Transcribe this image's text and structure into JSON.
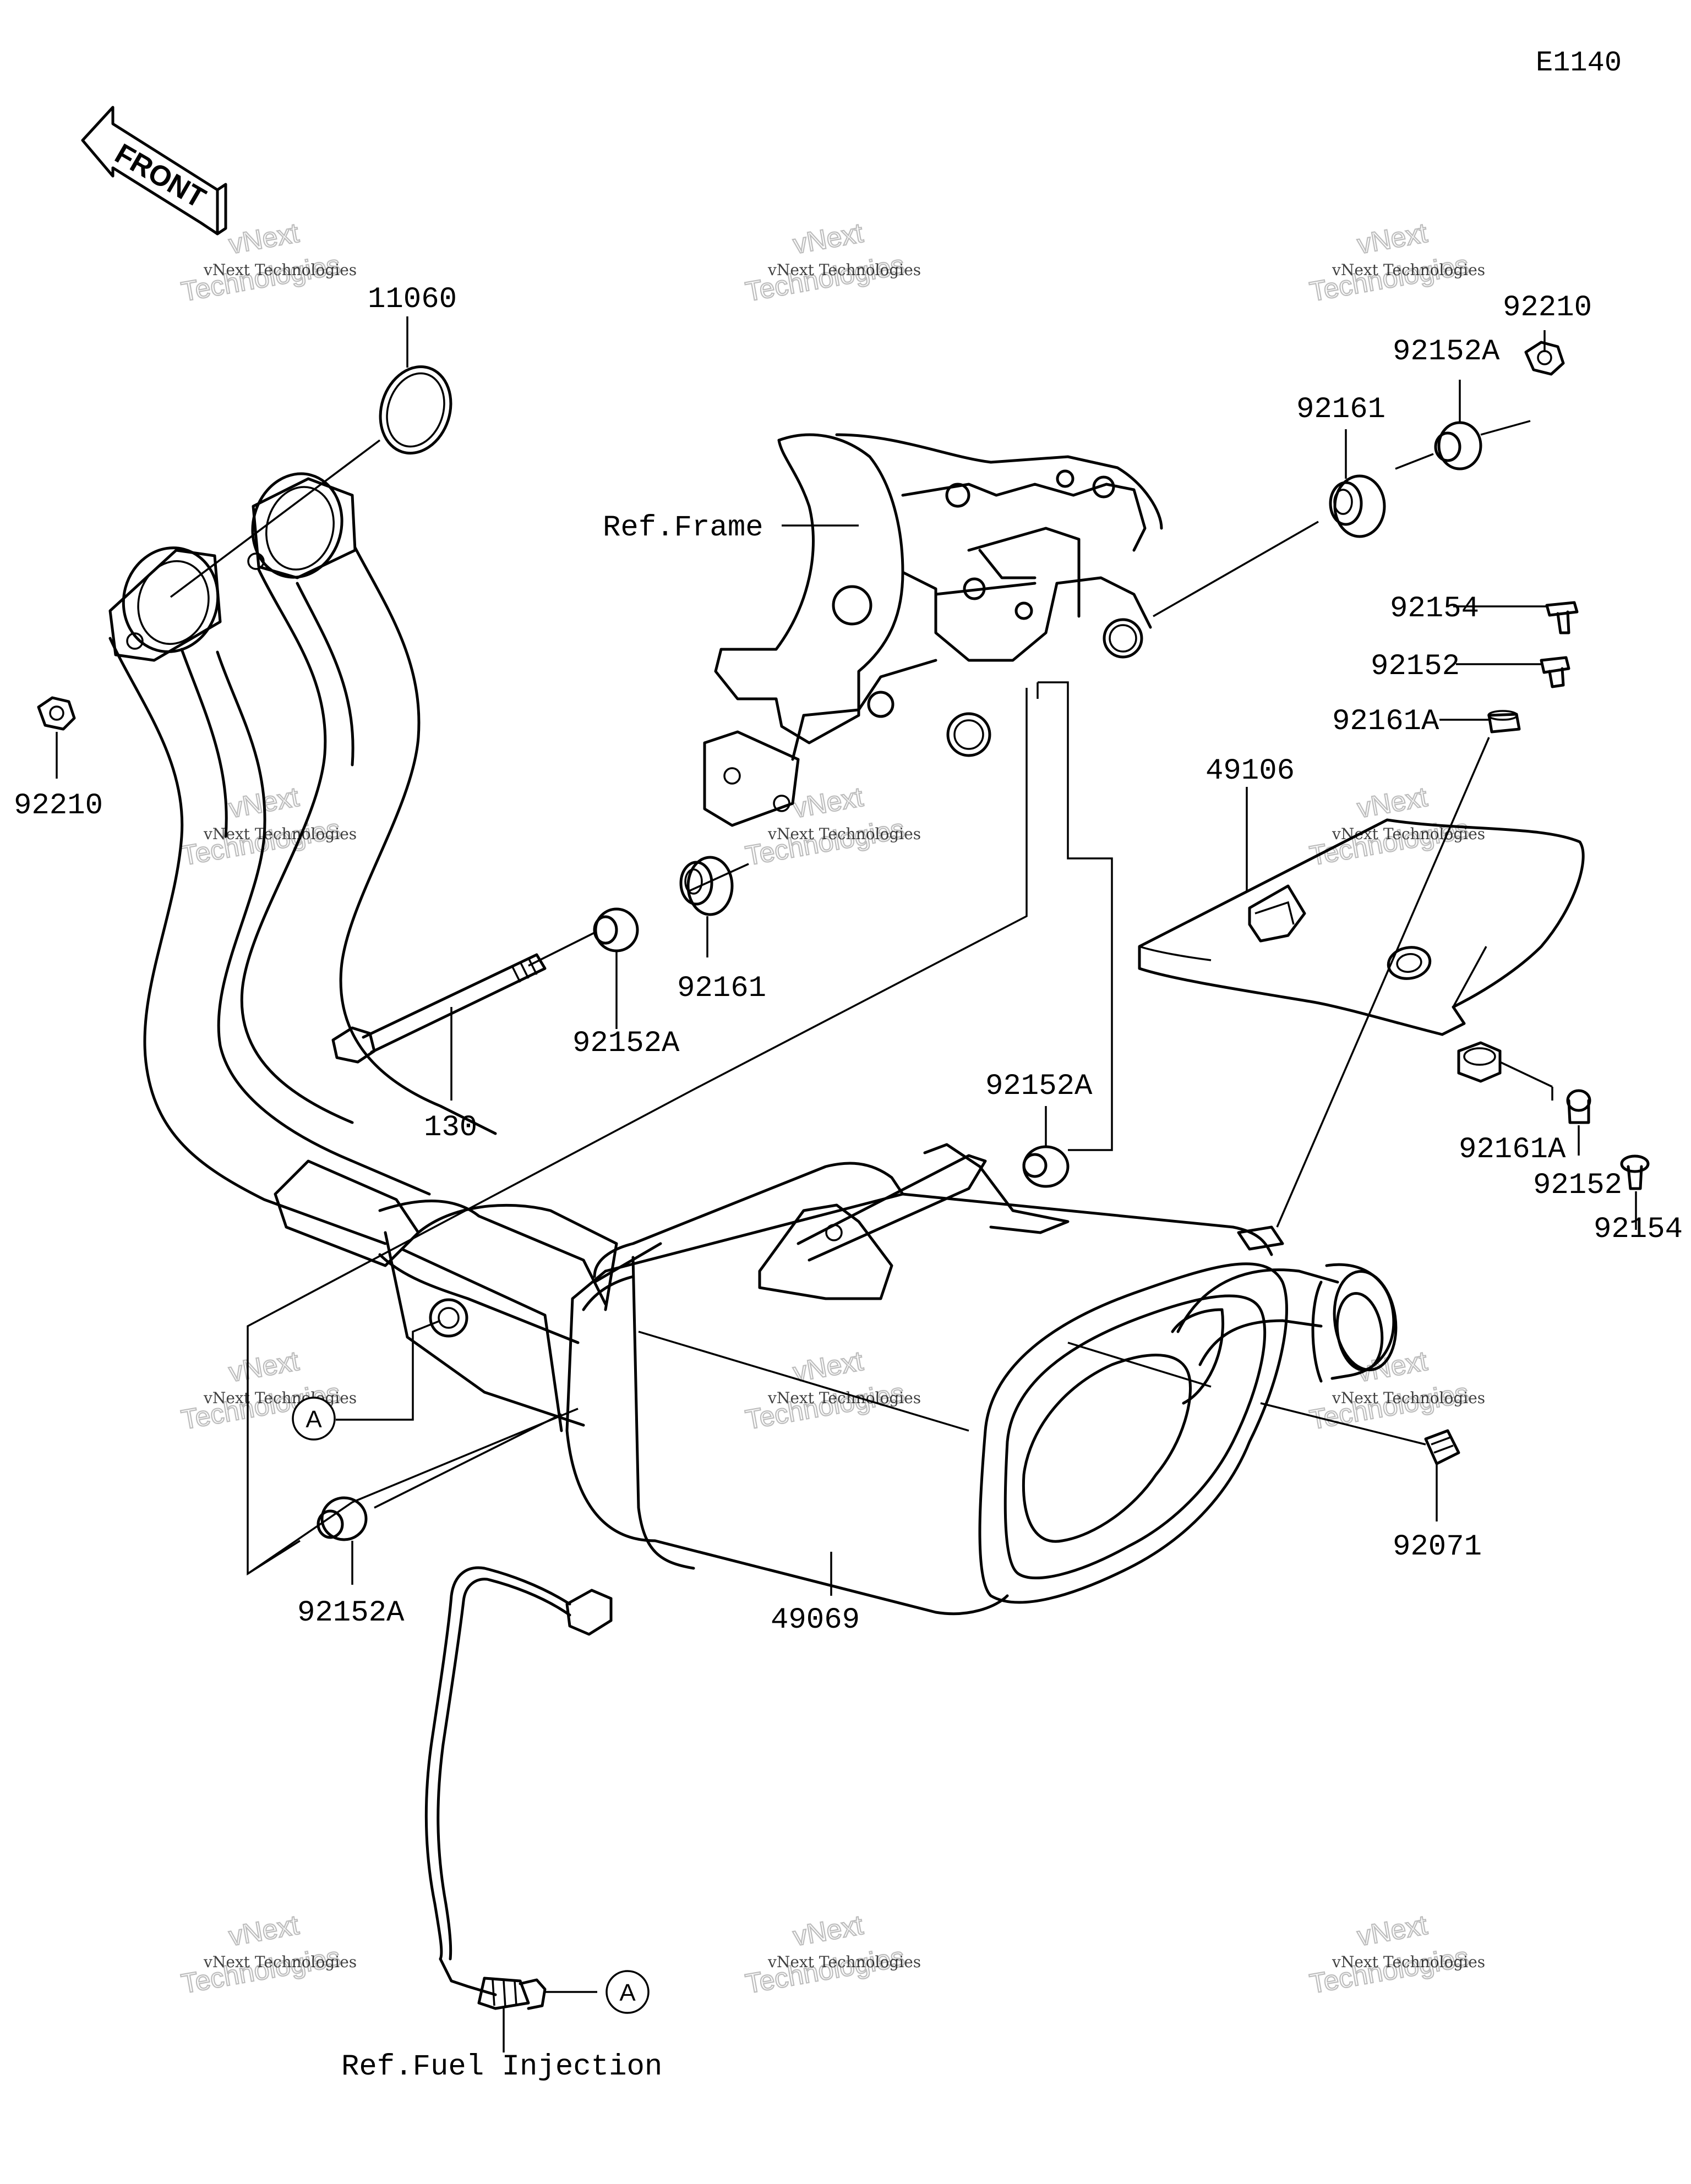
{
  "diagram_code": "E1140",
  "front_label": "FRONT",
  "watermark": {
    "line1": "vNext Technologies",
    "line2": "Technologies",
    "line3": "vNext"
  },
  "callouts": {
    "p11060": "11060",
    "p92210_left": "92210",
    "p92210_right": "92210",
    "p92152A_top": "92152A",
    "p92161_top": "92161",
    "ref_frame": "Ref.Frame",
    "p92154_top": "92154",
    "p92152_top": "92152",
    "p92161A_top": "92161A",
    "p49106": "49106",
    "p92161_mid": "92161",
    "p92152A_mid": "92152A",
    "p130": "130",
    "p92152A_center": "92152A",
    "p92161A_bottom": "92161A",
    "p92152_bottom": "92152",
    "p92154_bottom": "92154",
    "p92071": "92071",
    "p92152A_bottom": "92152A",
    "p49069": "49069",
    "ref_fuel_injection": "Ref.Fuel Injection"
  },
  "reference_marker": "A"
}
